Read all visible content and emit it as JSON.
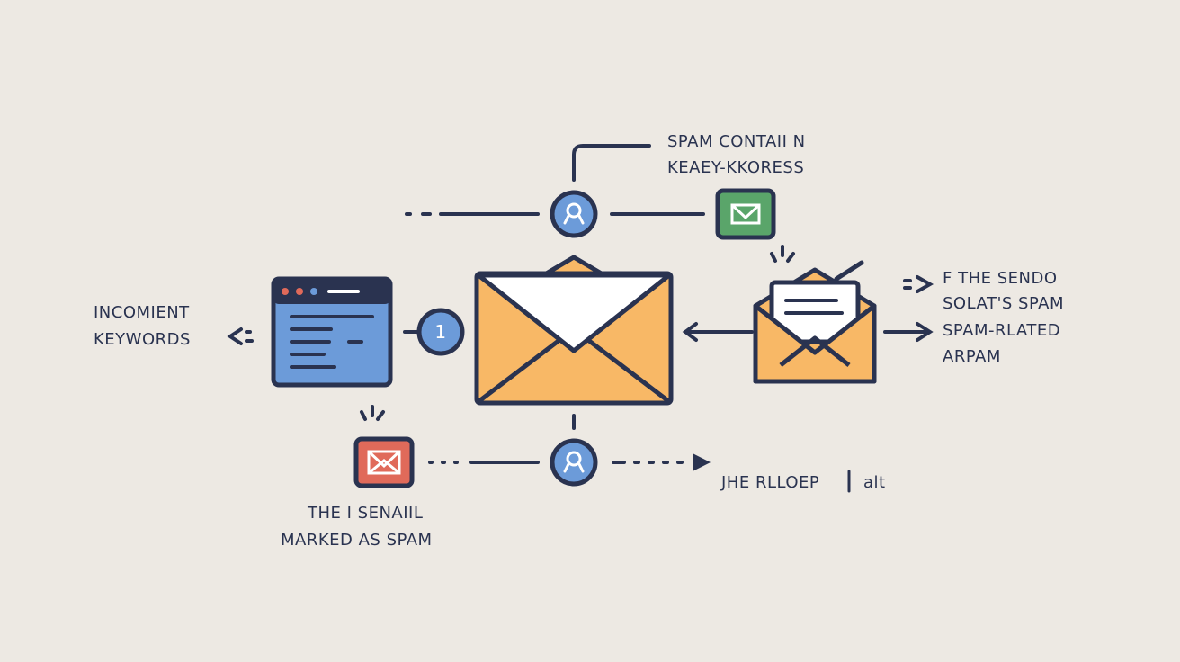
{
  "labels": {
    "top_line1": "SPAM CONTAII N",
    "top_line2": "KEAEY-KKORESS",
    "left_line1": "INCOMIENT",
    "left_line2": "KEYWORDS",
    "right_line1": "F THE SENDO",
    "right_line2": "SOLAT'S SPAM",
    "right_line3": "SPAM-RLATED",
    "right_line4": "ARPAM",
    "bottom_left_line1": "THE I SENAIIL",
    "bottom_left_line2": "MARKED AS SPAM",
    "bottom_right": "JHE RLLOEP",
    "bottom_right_suffix": "alt"
  },
  "step_badge": "1",
  "colors": {
    "background": "#ede9e3",
    "navy": "#2a3350",
    "envelope_orange": "#f8b866",
    "blue": "#6c9bd9",
    "green": "#5aa56a",
    "red": "#e06a5a"
  }
}
